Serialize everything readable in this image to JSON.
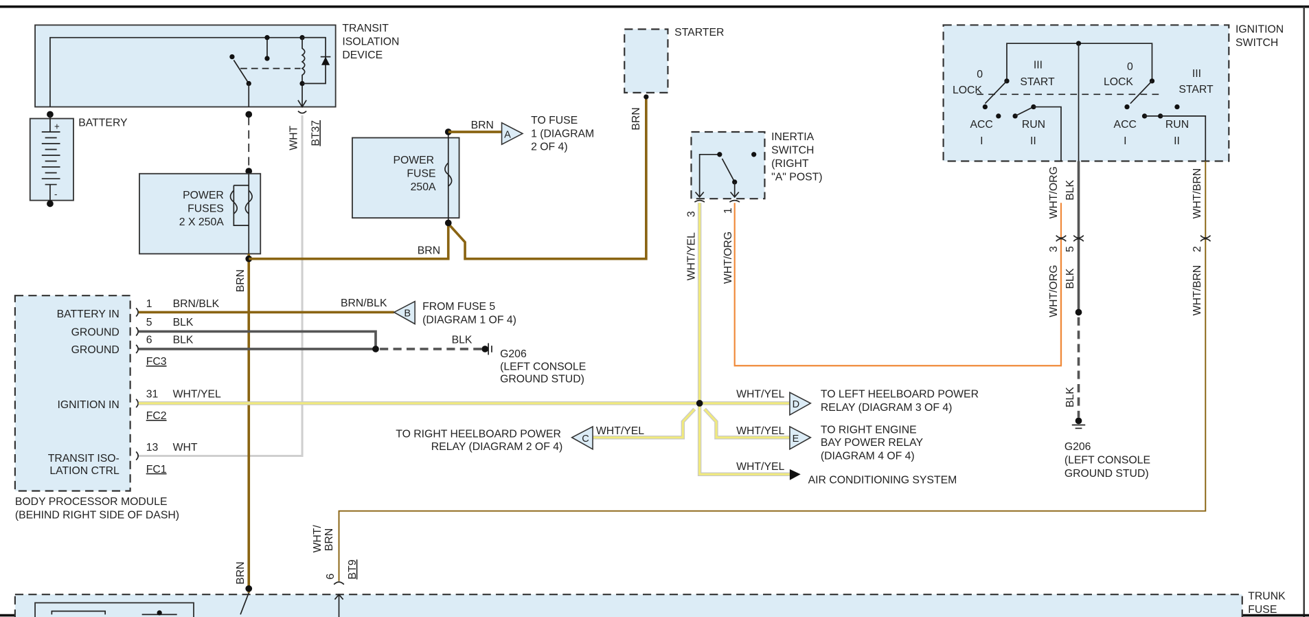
{
  "components": {
    "transit_isolation_device": [
      "TRANSIT",
      "ISOLATION",
      "DEVICE"
    ],
    "battery": "BATTERY",
    "battery_pos": "+",
    "battery_neg": "-",
    "power_fuses": [
      "POWER",
      "FUSES",
      "2 X 250A"
    ],
    "power_fuse": [
      "POWER",
      "FUSE",
      "250A"
    ],
    "starter": "STARTER",
    "inertia_switch": [
      "INERTIA",
      "SWITCH",
      "(RIGHT",
      "\"A\" POST)"
    ],
    "ignition_switch": [
      "IGNITION",
      "SWITCH"
    ],
    "ignition_positions": {
      "lock_num": "0",
      "lock": "LOCK",
      "start_num": "III",
      "start": "START",
      "acc": "ACC",
      "acc_num": "I",
      "run": "RUN",
      "run_num": "II"
    },
    "body_processor_module": [
      "BODY PROCESSOR MODULE",
      "(BEHIND RIGHT SIDE OF DASH)"
    ],
    "bpm_pins": {
      "battery_in": "BATTERY IN",
      "ground1": "GROUND",
      "ground2": "GROUND",
      "ignition_in": "IGNITION IN",
      "transit_ctrl_1": "TRANSIT ISO-",
      "transit_ctrl_2": "LATION CTRL"
    },
    "trunk_fuse": [
      "TRUNK",
      "FUSE"
    ]
  },
  "connectors": {
    "bt37": "BT37",
    "bt9": "BT9",
    "fc3": "FC3",
    "fc2": "FC2",
    "fc1": "FC1"
  },
  "pins": {
    "p1": "1",
    "p5": "5",
    "p6": "6",
    "p31": "31",
    "p13": "13",
    "inertia_3": "3",
    "inertia_1": "1",
    "ign_3": "3",
    "ign_5": "5",
    "ign_2": "2",
    "bt9_6": "6"
  },
  "wires": {
    "wht": "WHT",
    "brn": "BRN",
    "brn_blk": "BRN/BLK",
    "blk": "BLK",
    "wht_yel": "WHT/YEL",
    "wht_org": "WHT/ORG",
    "wht_brn": "WHT/BRN",
    "wht_brn_split": [
      "WHT/",
      "BRN"
    ]
  },
  "offpage": {
    "A": {
      "letter": "A",
      "text": [
        "TO FUSE",
        "1 (DIAGRAM",
        "2 OF 4)"
      ]
    },
    "B": {
      "letter": "B",
      "text": [
        "FROM FUSE 5",
        "(DIAGRAM 1 OF 4)"
      ]
    },
    "C": {
      "letter": "C",
      "text": [
        "TO RIGHT HEELBOARD POWER",
        "RELAY (DIAGRAM 2 OF 4)"
      ]
    },
    "D": {
      "letter": "D",
      "text": [
        "TO LEFT HEELBOARD POWER",
        "RELAY (DIAGRAM 3 OF 4)"
      ]
    },
    "E": {
      "letter": "E",
      "text": [
        "TO RIGHT ENGINE",
        "BAY POWER RELAY",
        "(DIAGRAM 4 OF 4)"
      ]
    },
    "ac": {
      "text": "AIR CONDITIONING SYSTEM"
    }
  },
  "grounds": {
    "g206_a": [
      "G206",
      "(LEFT CONSOLE",
      "GROUND STUD)"
    ],
    "g206_b": [
      "G206",
      "(LEFT CONSOLE",
      "GROUND STUD)"
    ]
  },
  "colors": {
    "brn": "#8a6412",
    "blk": "#555555",
    "wht": "#cfcfcf",
    "yel": "#f1ea7c",
    "org": "#f08a3a",
    "component_fill": "#dcecf6"
  }
}
